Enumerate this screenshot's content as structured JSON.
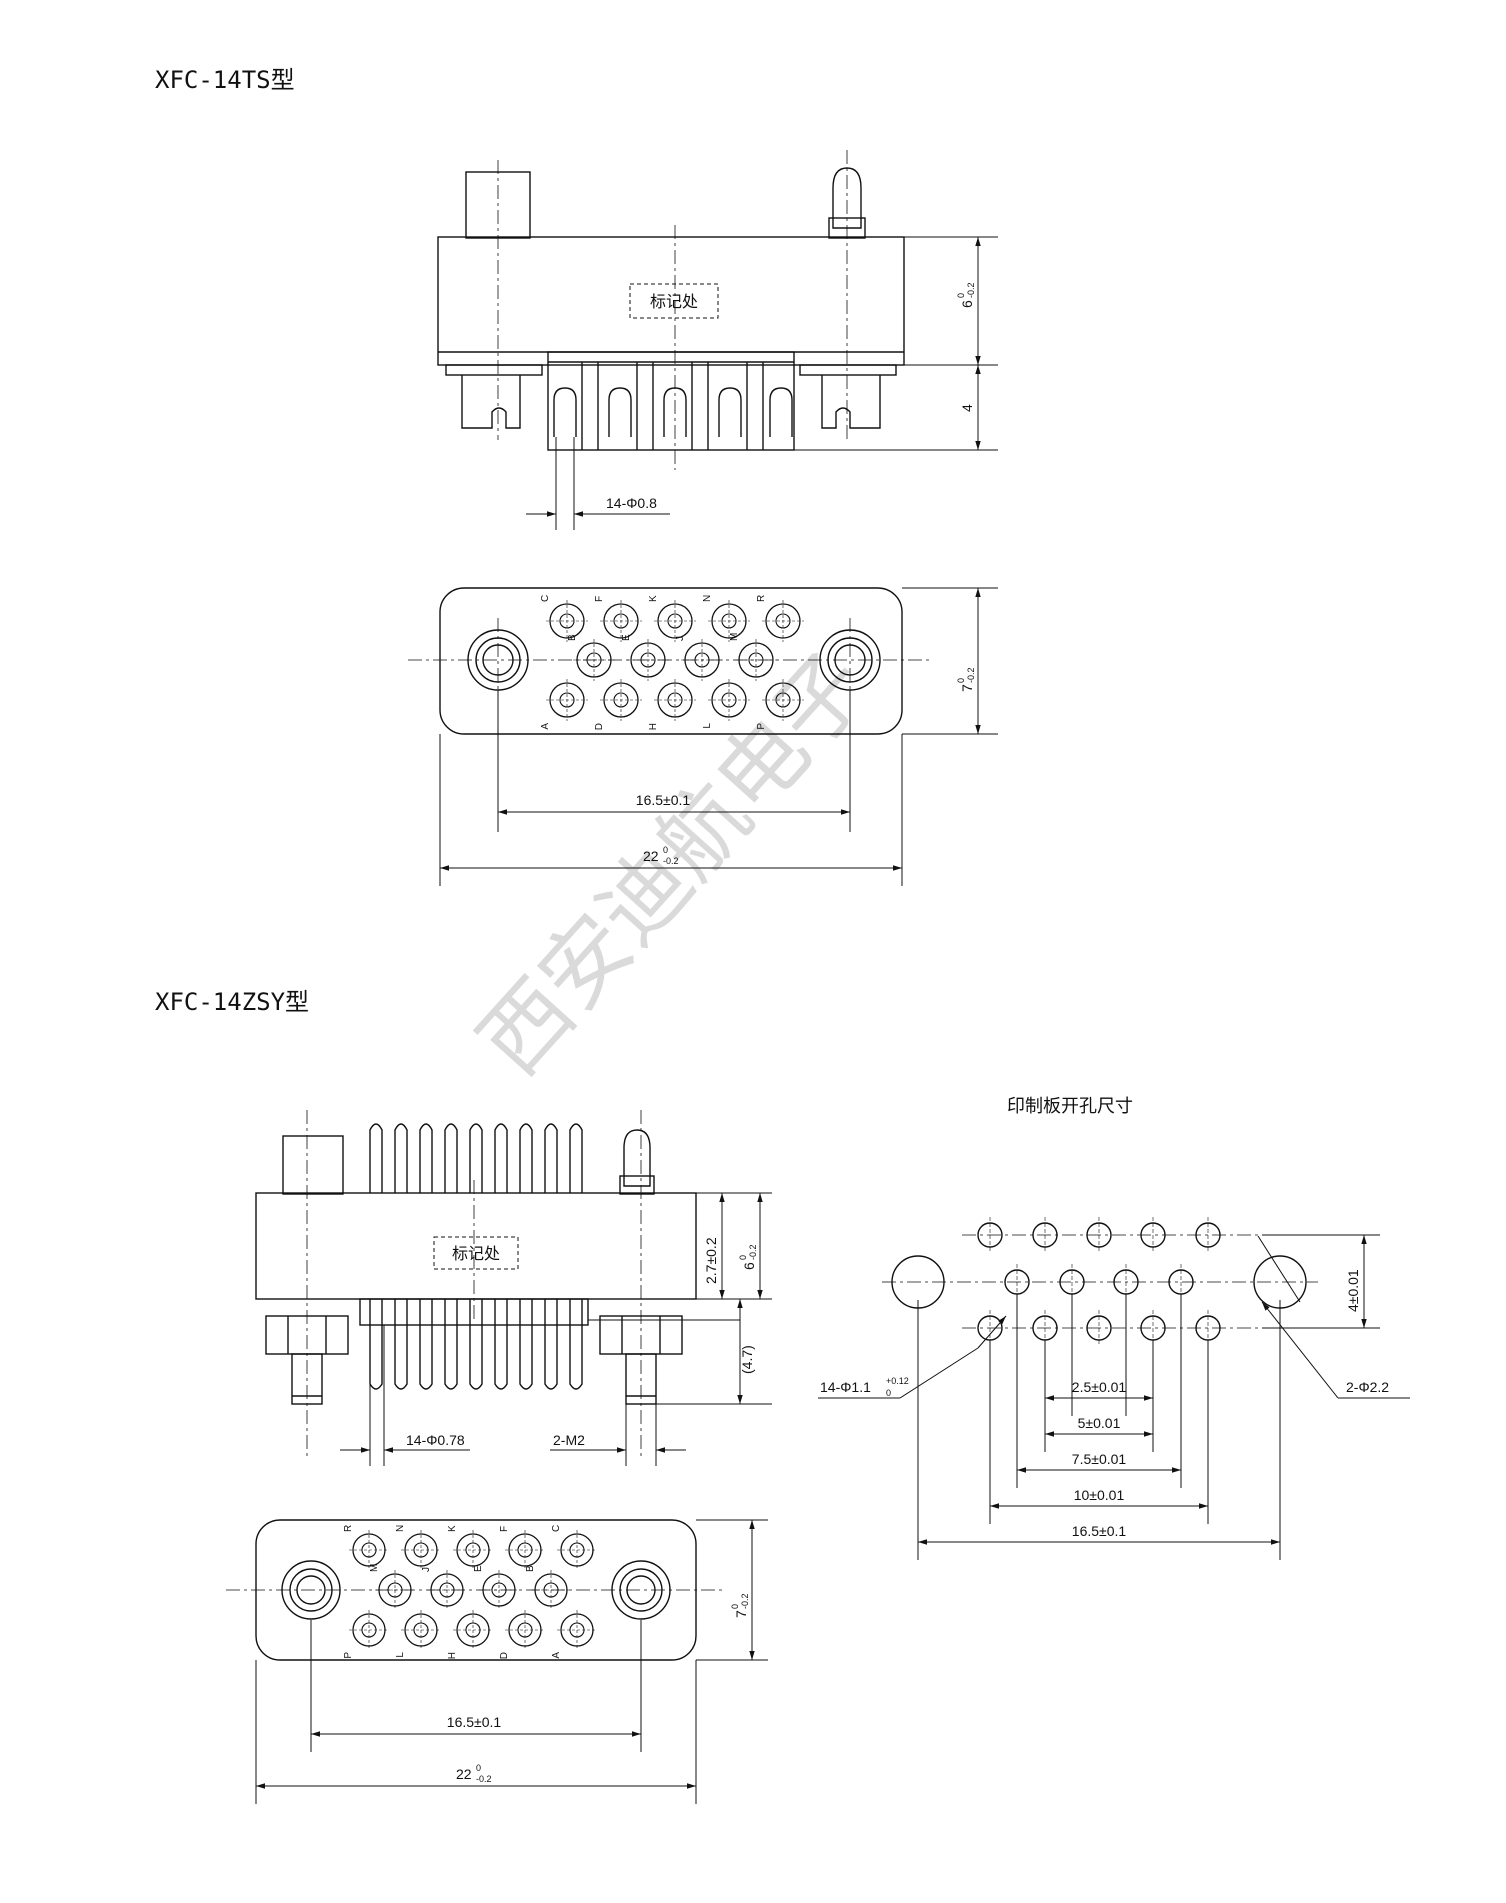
{
  "colors": {
    "line": "#111111",
    "watermark": "#d9d9d9",
    "dash": "#444444"
  },
  "section1": {
    "title": "XFC-14TS型",
    "mark_label": "标记处",
    "dim_height_main": "6",
    "dim_height_main_tol": "0",
    "dim_height_main_tol2": "-0.2",
    "dim_pin_len": "4",
    "dim_pin_dia": "14-Φ0.8",
    "dim_depth": "7",
    "dim_depth_tol": "0",
    "dim_depth_tol2": "-0.2",
    "dim_pitch": "16.5±0.1",
    "dim_width": "22",
    "dim_width_tol": "0",
    "dim_width_tol2": "-0.2",
    "pins_top": [
      "C",
      "F",
      "K",
      "N",
      "R"
    ],
    "pins_mid": [
      "B",
      "E",
      "J",
      "M"
    ],
    "pins_bot": [
      "A",
      "D",
      "H",
      "L",
      "P"
    ]
  },
  "section2": {
    "title": "XFC-14ZSY型",
    "mark_label": "标记处",
    "dim_27": "2.7±0.2",
    "dim_6": "6",
    "dim_6_tol": "0",
    "dim_6_tol2": "-0.2",
    "dim_47": "(4.7)",
    "dim_pin_dia": "14-Φ0.78",
    "dim_m2": "2-M2",
    "dim_depth": "7",
    "dim_depth_tol": "0",
    "dim_depth_tol2": "-0.2",
    "dim_pitch": "16.5±0.1",
    "dim_width": "22",
    "dim_width_tol": "0",
    "dim_width_tol2": "-0.2",
    "pins_top": [
      "R",
      "N",
      "K",
      "F",
      "C"
    ],
    "pins_mid": [
      "M",
      "J",
      "E",
      "B"
    ],
    "pins_bot": [
      "P",
      "L",
      "H",
      "D",
      "A"
    ]
  },
  "pcb": {
    "title": "印制板开孔尺寸",
    "dim_hole": "14-Φ1.1",
    "dim_hole_tol": "+0.12",
    "dim_hole_tol2": "0",
    "dim_mount": "2-Φ2.2",
    "dim_4": "4±0.01",
    "dim_25": "2.5±0.01",
    "dim_5": "5±0.01",
    "dim_75": "7.5±0.01",
    "dim_10": "10±0.01",
    "dim_165": "16.5±0.1"
  },
  "watermark": "西安迪航电子"
}
